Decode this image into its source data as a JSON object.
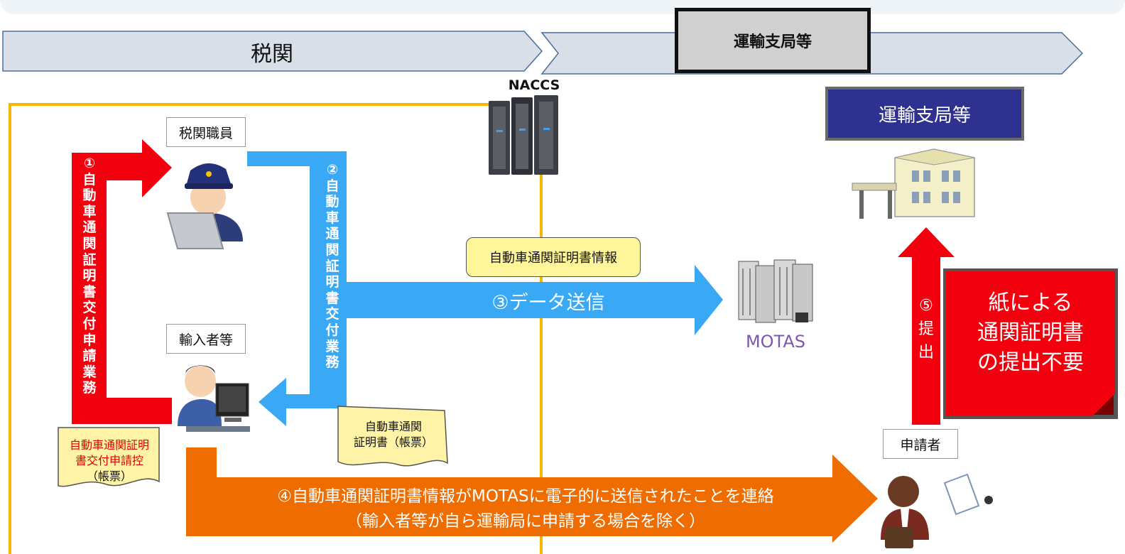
{
  "header": {
    "customs_label": "税関",
    "transport_label": "運輸支局等"
  },
  "system": {
    "naccs_label": "NACCS",
    "motas_label": "MOTAS"
  },
  "actors": {
    "officer_label": "税関職員",
    "importer_label": "輸入者等",
    "applicant_label": "申請者",
    "office_label": "運輸支局等"
  },
  "steps": {
    "step1_chars": [
      "①",
      "自",
      "動",
      "車",
      "通",
      "関",
      "証",
      "明",
      "書",
      "交",
      "付",
      "申",
      "請",
      "業",
      "務"
    ],
    "step2_chars": [
      "②",
      "自",
      "動",
      "車",
      "通",
      "関",
      "証",
      "明",
      "書",
      "交",
      "付",
      "業",
      "務"
    ],
    "step3_label": "③データ送信",
    "step3_info_label": "自動車通関証明書情報",
    "step4_line1": "④自動車通関証明書情報がMOTASに電子的に送信されたことを連絡",
    "step4_line2": "（輸入者等が自ら運輸局に申請する場合を除く）",
    "step5_chars": [
      "⑤",
      "提",
      "出"
    ]
  },
  "documents": {
    "request_copy_lines": [
      "自動車通関証明",
      "書交付申請控",
      "（帳票）"
    ],
    "certificate_lines": [
      "自動車通関",
      "証明書（帳票）"
    ]
  },
  "callout": {
    "lines": [
      "紙による",
      "通関証明書",
      "の提出不要"
    ]
  },
  "colors": {
    "red_arrow": "#f2000d",
    "blue_arrow": "#3aa9f5",
    "orange_arrow": "#ef6c00",
    "gold_line": "#f5b800",
    "navy_box": "#2e3190",
    "banner_fill": "#d9dfe8",
    "motas_text": "#7b57b0"
  }
}
